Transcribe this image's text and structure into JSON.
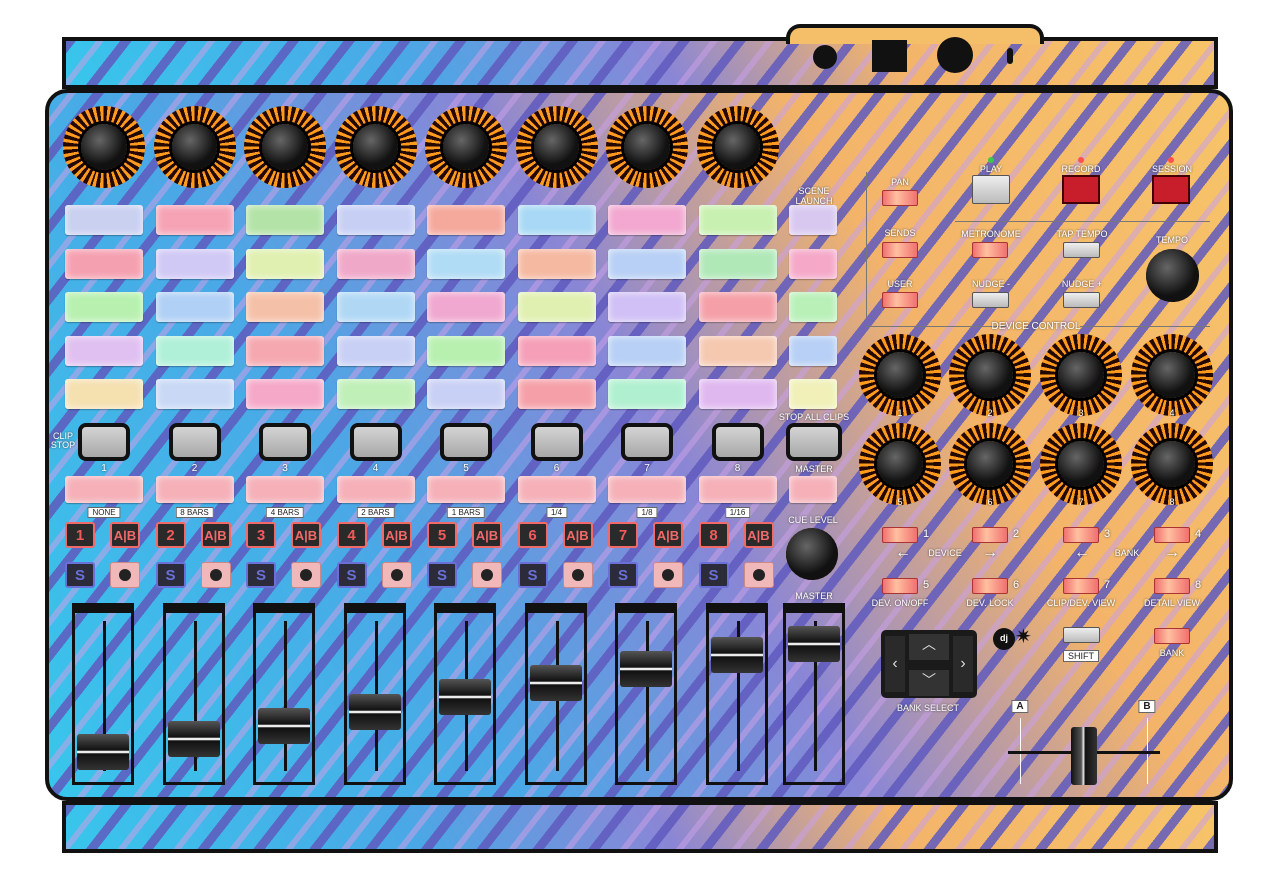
{
  "top_knobs": 8,
  "clip_colors": [
    [
      "#c9d0f0",
      "#f5a3b5",
      "#b4e3a8",
      "#c7cff5",
      "#f5a89c",
      "#a8d8f5",
      "#f2a8d0",
      "#c8f0b0",
      "#d8c8f0"
    ],
    [
      "#f5a0b0",
      "#d0c8f5",
      "#e0f0b0",
      "#f0a8c8",
      "#b0dcf5",
      "#f5b8a0",
      "#b8d0f5",
      "#b0e8b8",
      "#f5a8c8"
    ],
    [
      "#b8f0b0",
      "#b0d0f5",
      "#f5c0a8",
      "#b0d8f5",
      "#f0a8d0",
      "#e0f0b0",
      "#d0c0f5",
      "#f5a0a8",
      "#b8f0b8"
    ],
    [
      "#e0c0f0",
      "#b0f0d8",
      "#f5a8b0",
      "#c8d0f5",
      "#b8f0b0",
      "#f5a0b8",
      "#b8d0f5",
      "#f5c8b0",
      "#b8d0f5"
    ],
    [
      "#f5e0b0",
      "#c8d8f5",
      "#f5a8c8",
      "#c0f0b8",
      "#c8d0f5",
      "#f5a0a8",
      "#b0f0d0",
      "#e0b8f0",
      "#f0f0b8"
    ]
  ],
  "labels": {
    "scene_launch": "SCENE LAUNCH",
    "clip_stop": "CLIP STOP",
    "stop_all_clips": "STOP ALL CLIPS",
    "master_top": "MASTER",
    "cue_level": "CUE LEVEL",
    "master_fader": "MASTER"
  },
  "tracks": [
    "1",
    "2",
    "3",
    "4",
    "5",
    "6",
    "7",
    "8"
  ],
  "quantize": [
    "NONE",
    "8 BARS",
    "4 BARS",
    "2 BARS",
    "1 BARS",
    "1/4",
    "1/8",
    "1/16"
  ],
  "ab_label": "A|B",
  "solo_label": "S",
  "fader_levels": [
    0.1,
    0.2,
    0.3,
    0.41,
    0.52,
    0.63,
    0.74,
    0.85
  ],
  "master_level": 0.93,
  "right": {
    "pan": "PAN",
    "sends": "SENDS",
    "user": "USER",
    "play": "PLAY",
    "record": "RECORD",
    "session": "SESSION",
    "metronome": "METRONOME",
    "tap_tempo": "TAP TEMPO",
    "nudge_minus": "NUDGE -",
    "nudge_plus": "NUDGE +",
    "tempo": "TEMPO",
    "device_control": "DEVICE CONTROL",
    "device_knobs": [
      "1",
      "2",
      "3",
      "4",
      "5",
      "6",
      "7",
      "8"
    ],
    "device": "DEVICE",
    "bank": "BANK",
    "arrow_left": "←",
    "arrow_right": "→",
    "row2": [
      "DEV. ON/OFF",
      "DEV. LOCK",
      "CLIP/DEV. VIEW",
      "DETAIL VIEW"
    ],
    "bank_select": "BANK SELECT",
    "shift": "SHIFT",
    "bank_btn": "BANK",
    "a": "A",
    "b": "B",
    "crossfader": 0.5
  },
  "colors": {
    "led_green": "#3cc84a",
    "led_red": "#ff5050",
    "record": "#c81e2c"
  }
}
